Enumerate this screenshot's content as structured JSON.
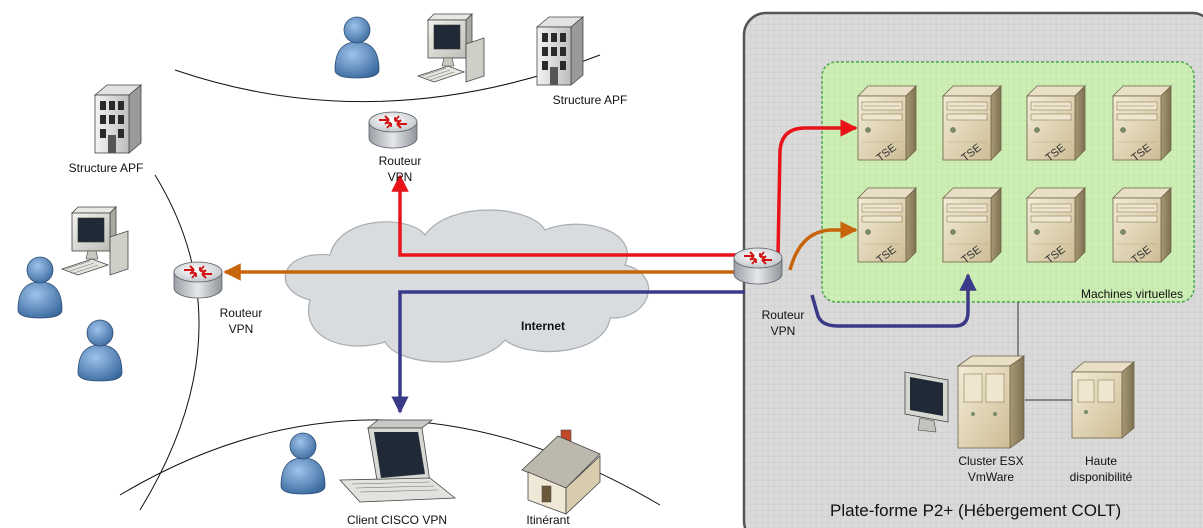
{
  "labels": {
    "router_top_1": "Routeur",
    "router_top_2": "VPN",
    "router_left_1": "Routeur",
    "router_left_2": "VPN",
    "router_platform_1": "Routeur",
    "router_platform_2": "VPN",
    "structure_top": "Structure APF",
    "structure_left": "Structure APF",
    "internet": "Internet",
    "client_vpn": "Client CISCO VPN",
    "itinerant": "Itinérant",
    "vm_group": "Machines virtuelles",
    "cluster_1": "Cluster ESX",
    "cluster_2": "VmWare",
    "ha_1": "Haute",
    "ha_2": "disponibilité",
    "platform": "Plate-forme P2+ (Hébergement COLT)",
    "server_tag": "TSE"
  },
  "colors": {
    "red_link": "#e8141a",
    "orange_link": "#c8650a",
    "navy_link": "#3a3a88",
    "platform_bg": "#d8d8d8",
    "vm_bg": "#cdeeb4",
    "vm_border": "#4aa64a",
    "cloud": "#d9dcde",
    "user_blue": "#4f81bd"
  },
  "icons": [
    "router-icon",
    "server-icon",
    "building-icon",
    "workstation-icon",
    "user-icon",
    "laptop-icon",
    "house-icon",
    "monitor-icon",
    "cloud-icon"
  ]
}
